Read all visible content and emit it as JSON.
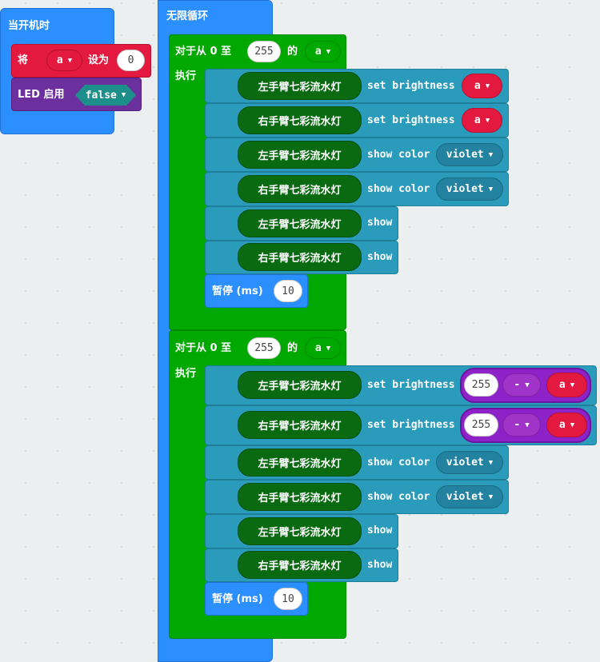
{
  "on_start": {
    "title": "当开机时",
    "set_label": "将",
    "set_var": "a",
    "set_to": "设为",
    "set_value": "0",
    "led_label": "LED 启用",
    "led_value": "false"
  },
  "forever": {
    "title": "无限循环",
    "loops": [
      {
        "for_label": "对于从 0 至",
        "max": "255",
        "of": "的",
        "var": "a",
        "do": "执行",
        "lines": [
          {
            "dev": "左手臂七彩流水灯",
            "action": "set brightness",
            "arg": "a"
          },
          {
            "dev": "右手臂七彩流水灯",
            "action": "set brightness",
            "arg": "a"
          },
          {
            "dev": "左手臂七彩流水灯",
            "action": "show color",
            "arg": "violet"
          },
          {
            "dev": "右手臂七彩流水灯",
            "action": "show color",
            "arg": "violet"
          },
          {
            "dev": "左手臂七彩流水灯",
            "action": "show"
          },
          {
            "dev": "右手臂七彩流水灯",
            "action": "show"
          }
        ],
        "pause_label": "暂停 (ms)",
        "pause_value": "10"
      },
      {
        "for_label": "对于从 0 至",
        "max": "255",
        "of": "的",
        "var": "a",
        "do": "执行",
        "lines": [
          {
            "dev": "左手臂七彩流水灯",
            "action": "set brightness",
            "arg_left": "255",
            "op": "-",
            "arg_right": "a"
          },
          {
            "dev": "右手臂七彩流水灯",
            "action": "set brightness",
            "arg_left": "255",
            "op": "-",
            "arg_right": "a"
          },
          {
            "dev": "左手臂七彩流水灯",
            "action": "show color",
            "arg": "violet"
          },
          {
            "dev": "右手臂七彩流水灯",
            "action": "show color",
            "arg": "violet"
          },
          {
            "dev": "左手臂七彩流水灯",
            "action": "show"
          },
          {
            "dev": "右手臂七彩流水灯",
            "action": "show"
          }
        ],
        "pause_label": "暂停 (ms)",
        "pause_value": "10"
      }
    ]
  }
}
